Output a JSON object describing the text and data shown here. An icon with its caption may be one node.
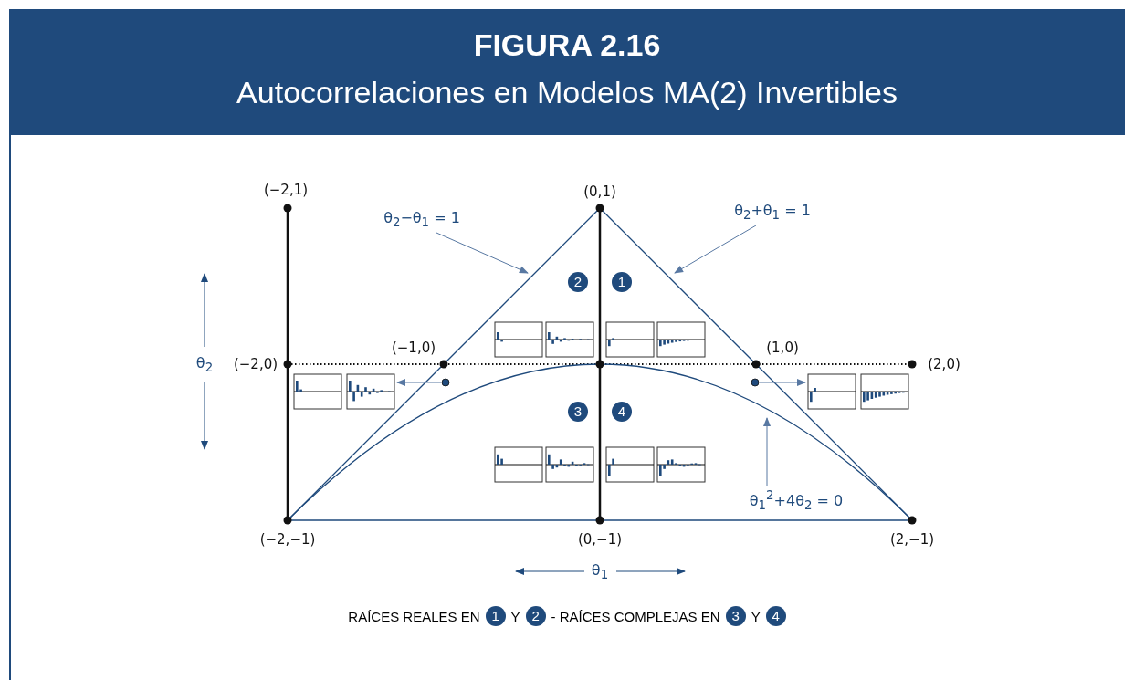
{
  "diagram": {
    "title": "FIGURA 2.16",
    "nodes": [
      {
        "text": [
          "θ$_{2}$−θ$_{1}$ = 1"
        ]
      },
      {
        "text": [
          "θ$_{2}$+θ$_{1}$ = 1"
        ]
      },
      {
        "text": [
          "θ$_{1}$$^{2}$+4θ$_{2}$ = 0"
        ]
      },
      {
        "text": [],
        "shape": "circle"
      },
      {
        "text": [],
        "shape": "picture"
      },
      {
        "text": [],
        "shape": "circle"
      },
      {
        "text": [],
        "shape": "picture"
      }
    ],
    "edges": [
      {
        "from": 0,
        "to": null,
        "arrow": "to"
      },
      {
        "from": 1,
        "to": null,
        "arrow": "to"
      },
      {
        "from": 2,
        "to": null,
        "arrow": "to"
      },
      {
        "from": 3,
        "to": 4,
        "arrow": "to"
      },
      {
        "from": 5,
        "to": 6,
        "arrow": "to"
      }
    ],
    "labels": [
      "Autocorrelaciones en Modelos MA(2) Invertibles",
      "(−2,1)",
      "(0,1)",
      "2",
      "1",
      "θ$_{2}$",
      "(−2,0)",
      "(−1,0)",
      "(1,0)",
      "(2,0)",
      "3",
      "4",
      "(−2,−1)",
      "(0,−1)",
      "(2,−1)",
      "θ$_{1}$",
      "RAÍCES REALES EN",
      "1",
      "Y",
      "2",
      "- RAÍCES COMPLEJAS EN",
      "3",
      "Y",
      "4"
    ]
  }
}
